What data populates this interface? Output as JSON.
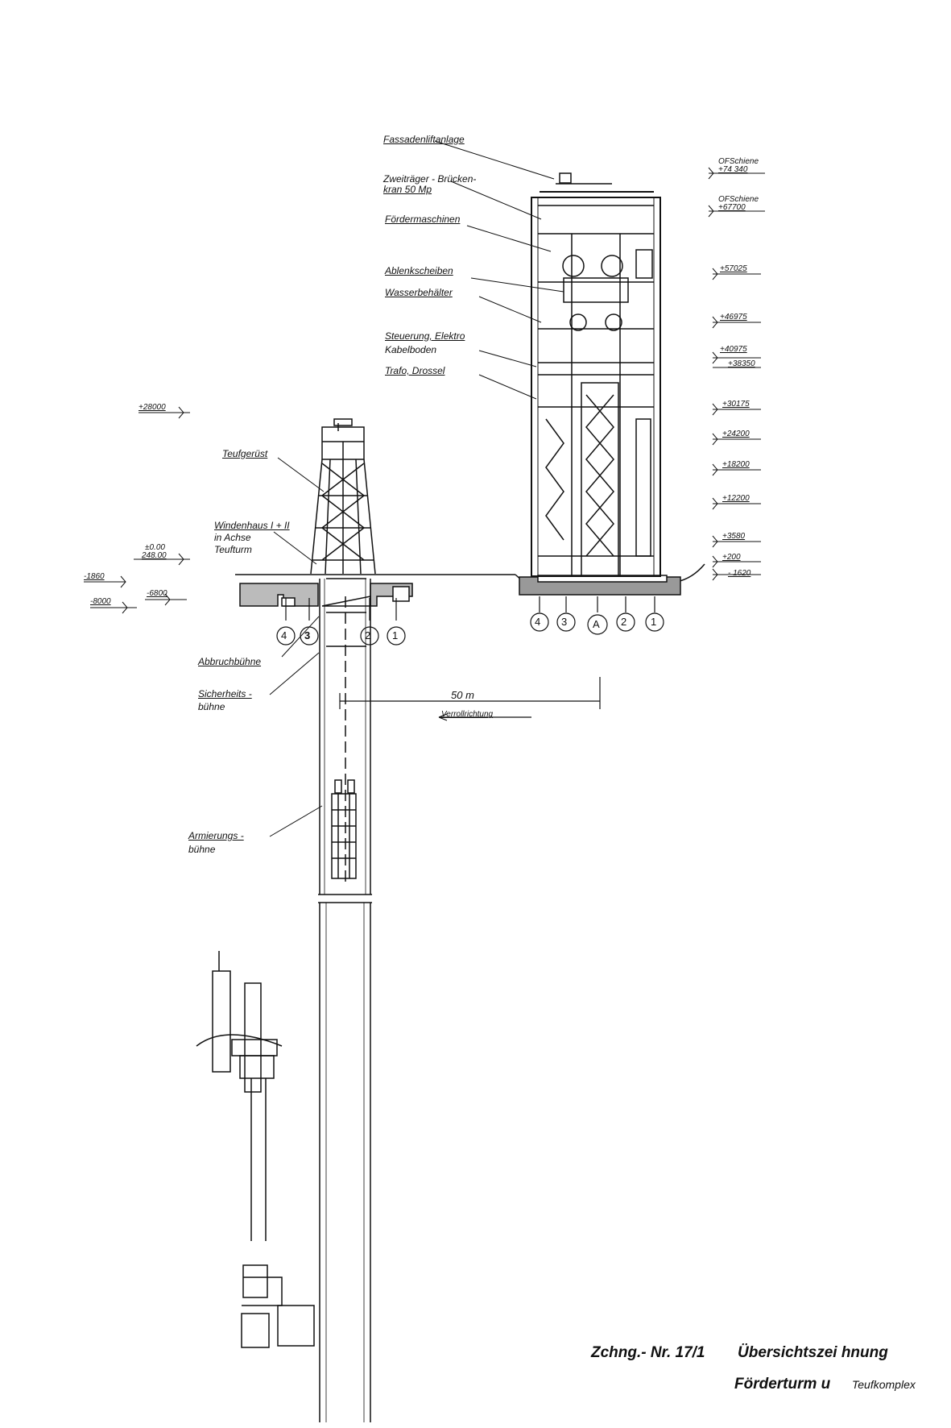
{
  "labels": {
    "fassadenlift": "Fassadenliftanlage",
    "zweitraeger_1": "Zweiträger - Brücken-",
    "zweitraeger_2": "kran 50 Mp",
    "foerdermaschinen": "Fördermaschinen",
    "ablenkscheiben": "Ablenkscheiben",
    "wasserbehaelter": "Wasserbehälter",
    "steuerung_1": "Steuerung, Elektro",
    "steuerung_2": "Kabelboden",
    "trafo": "Trafo, Drossel",
    "teufgeruest": "Teufgerüst",
    "windenhaus_1": "Windenhaus I + II",
    "windenhaus_2": "in Achse",
    "windenhaus_3": "Teufturm",
    "abbruchbuehne": "Abbruchbühne",
    "sicherheits_1": "Sicherheits -",
    "sicherheits_2": "bühne",
    "armierungs_1": "Armierungs -",
    "armierungs_2": "bühne",
    "distance": "50 m",
    "verroll": "Verrollrichtung"
  },
  "elevations_right": {
    "ofschiene_1": "OFSchiene",
    "e74340": "+74 340",
    "ofschiene_2": "OFSchiene",
    "e67700": "+67700",
    "e57025": "+57025",
    "e46975": "+46975",
    "e40975": "+40975",
    "e38350": "+38350",
    "e30175": "+30175",
    "e24200": "+24200",
    "e18200": "+18200",
    "e12200": "+12200",
    "e3580": "+3580",
    "e200": "+200",
    "em1620": "- 1620"
  },
  "elevations_left": {
    "e28000": "+28000",
    "e000": "±0.00",
    "e24800": "248.00",
    "em1860": "-1860",
    "em8000": "-8000",
    "em6800": "-6800"
  },
  "axes_left": [
    "4",
    "3",
    "2",
    "1"
  ],
  "axes_right": [
    "4",
    "3",
    "A",
    "2",
    "1"
  ],
  "title": {
    "line1_a": "Zchng.- Nr. 17/1",
    "line1_b": "Übersichtszei hnung",
    "line2_a": "Förderturm u",
    "line2_b": "Teufkomplex"
  }
}
